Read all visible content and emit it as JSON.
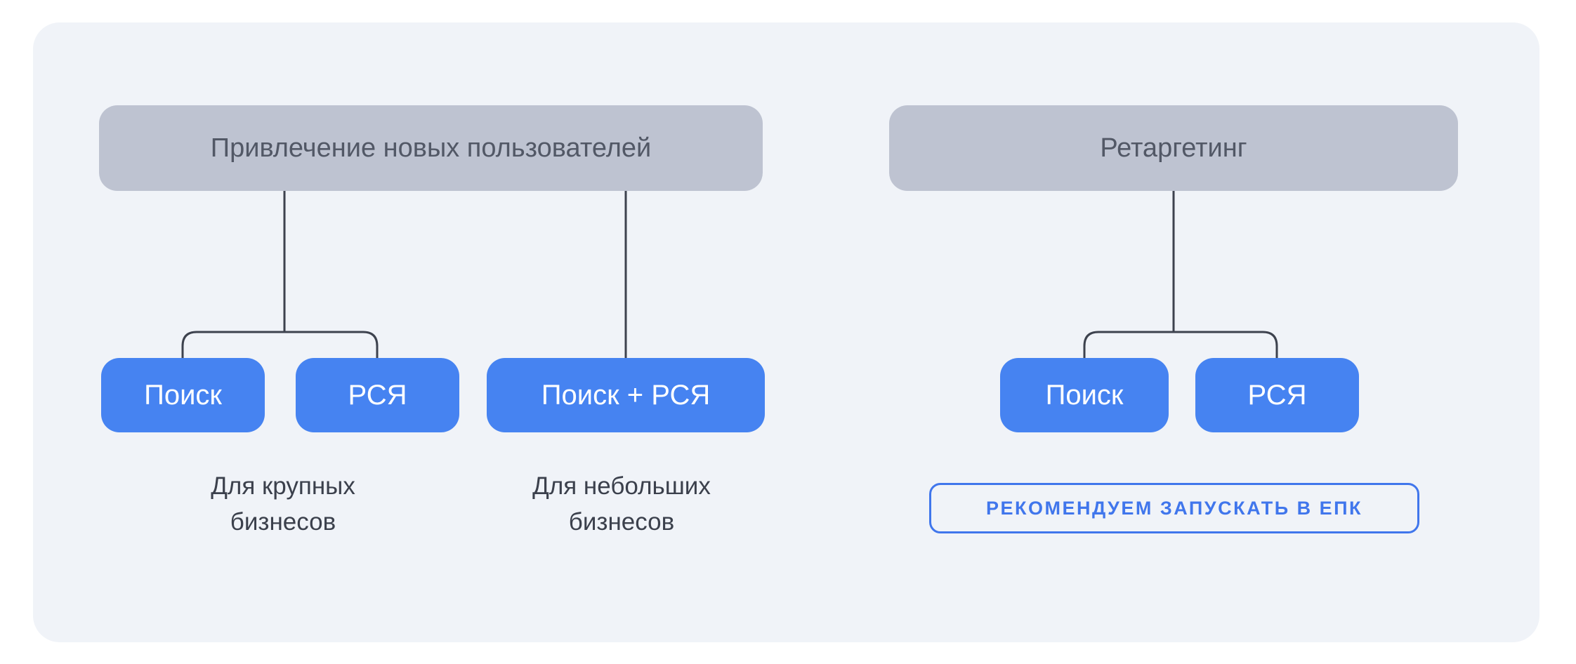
{
  "palette": {
    "page_background": "#ffffff",
    "panel_background": "#f0f3f8",
    "root_node_background": "#bec3d1",
    "root_node_text": "#525866",
    "channel_node_background": "#4683f1",
    "channel_node_text": "#ffffff",
    "connector_line": "#3d424e",
    "note_text": "#3b404c",
    "badge_accent": "#4076ec"
  },
  "diagram": {
    "acquisition": {
      "title": "Привлечение новых пользователей",
      "children": {
        "search": "Поиск",
        "network": "РСЯ",
        "combined": "Поиск + РСЯ"
      },
      "notes": {
        "large_business": "Для крупных\nбизнесов",
        "small_business": "Для небольших\nбизнесов"
      }
    },
    "retargeting": {
      "title": "Ретаргетинг",
      "children": {
        "search": "Поиск",
        "network": "РСЯ"
      },
      "badge": "РЕКОМЕНДУЕМ ЗАПУСКАТЬ В ЕПК"
    }
  }
}
